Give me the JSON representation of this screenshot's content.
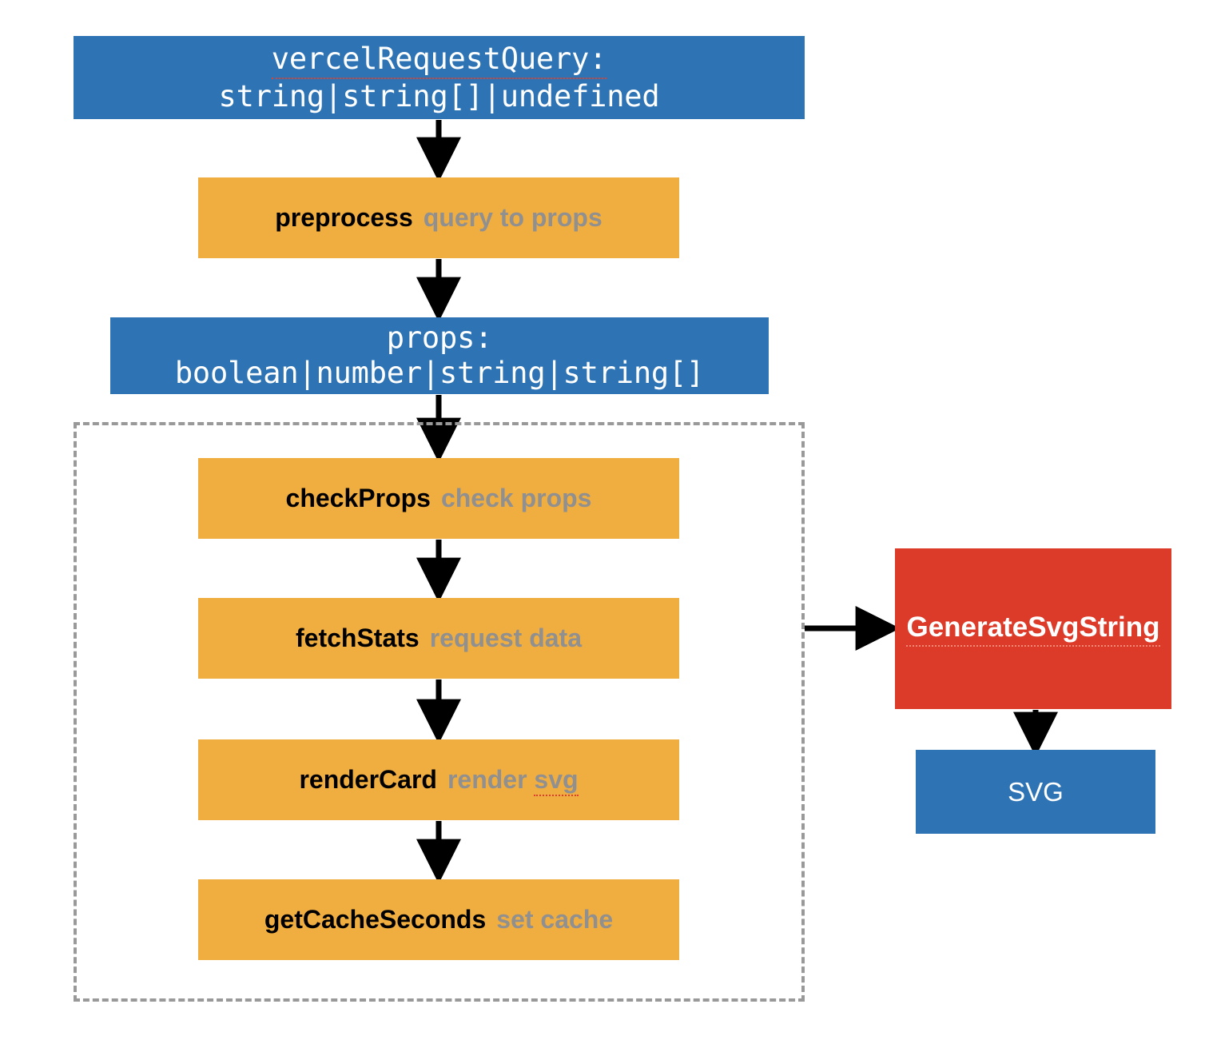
{
  "diagram": {
    "title": "vercel request query to svg flow",
    "colors": {
      "blue": "#2E74B5",
      "orange": "#F0AD40",
      "red": "#DC3B2A",
      "gray_text": "#909090",
      "dashed_border": "#999999",
      "arrow": "#000000",
      "white": "#FFFFFF",
      "spellcheck_underline": "#E0402E"
    },
    "nodes": {
      "vercel_request_query": {
        "line1": "vercelRequestQuery:",
        "line2": "string|string[]|undefined"
      },
      "preprocess": {
        "fn": "preprocess",
        "desc": "query to props"
      },
      "props": {
        "line1": "props:",
        "line2": "boolean|number|string|string[]"
      },
      "check_props": {
        "fn": "checkProps",
        "desc": "check props"
      },
      "fetch_stats": {
        "fn": "fetchStats",
        "desc": "request data"
      },
      "render_card": {
        "fn": "renderCard",
        "desc_a": "render ",
        "desc_b": "svg"
      },
      "get_cache_seconds": {
        "fn": "getCacheSeconds",
        "desc": "set cache"
      },
      "generate_svg_string": {
        "label": "GenerateSvgString"
      },
      "svg_output": {
        "label": "SVG"
      }
    },
    "edges": [
      {
        "from": "vercel_request_query",
        "to": "preprocess",
        "direction": "down"
      },
      {
        "from": "preprocess",
        "to": "props",
        "direction": "down"
      },
      {
        "from": "props",
        "to": "check_props",
        "direction": "down"
      },
      {
        "from": "check_props",
        "to": "fetch_stats",
        "direction": "down"
      },
      {
        "from": "fetch_stats",
        "to": "render_card",
        "direction": "down"
      },
      {
        "from": "render_card",
        "to": "get_cache_seconds",
        "direction": "down"
      },
      {
        "from": "subgraph",
        "to": "generate_svg_string",
        "direction": "right"
      },
      {
        "from": "generate_svg_string",
        "to": "svg_output",
        "direction": "down"
      }
    ]
  }
}
